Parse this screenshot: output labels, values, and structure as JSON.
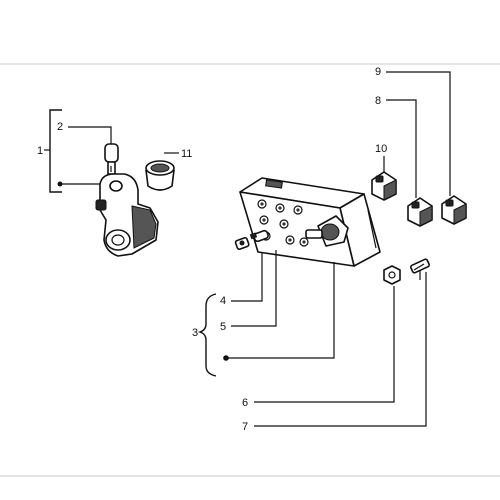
{
  "callouts": {
    "c1": "1",
    "c2": "2",
    "c3": "3",
    "c4": "4",
    "c5": "5",
    "c6": "6",
    "c7": "7",
    "c8": "8",
    "c9": "9",
    "c10": "10",
    "c11": "11"
  },
  "colors": {
    "ink": "#111111",
    "frame": "#c8c8c8",
    "background": "#ffffff"
  }
}
